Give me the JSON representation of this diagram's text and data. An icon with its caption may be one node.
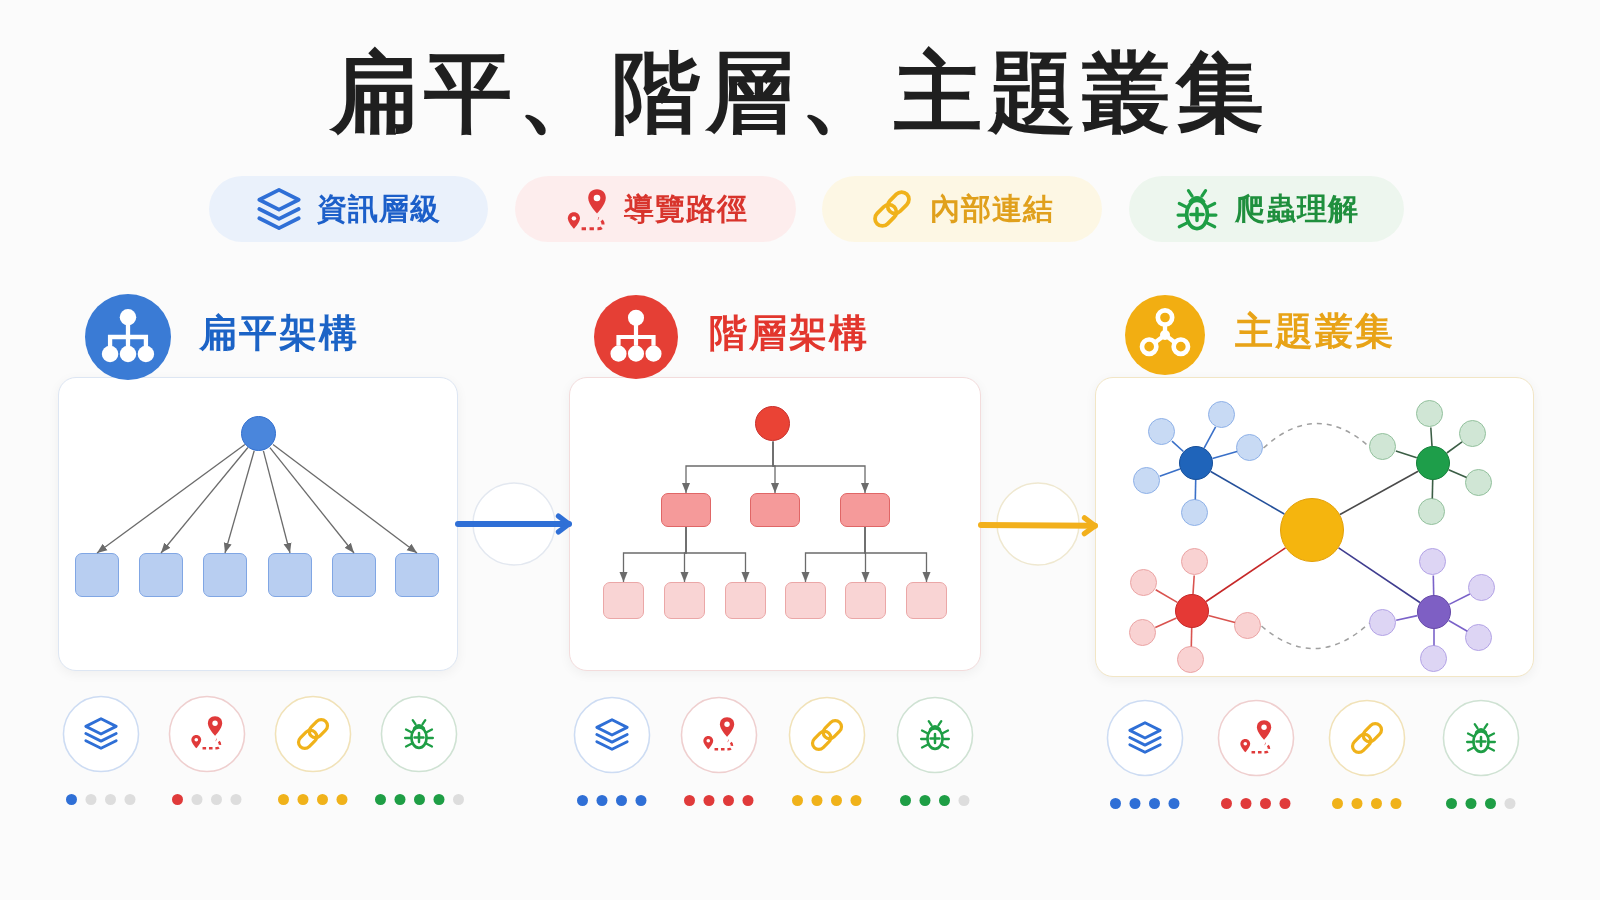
{
  "diagram": {
    "title": "扁平、階層、主題叢集",
    "nodes": [
      {
        "text": [
          "資訊層級"
        ]
      },
      {
        "text": [
          "導覽路徑"
        ]
      },
      {
        "text": [
          "內部連結"
        ]
      },
      {
        "text": [
          "爬蟲理解"
        ]
      },
      {
        "text": [
          "扁平架構"
        ]
      },
      {
        "text": [],
        "shape": "circle",
        "in": 4
      },
      {
        "text": [],
        "shape": "box",
        "in": 4
      },
      {
        "text": [],
        "shape": "box",
        "in": 4
      },
      {
        "text": [],
        "shape": "box",
        "in": 4
      },
      {
        "text": [],
        "shape": "box",
        "in": 4
      },
      {
        "text": [],
        "shape": "box",
        "in": 4
      },
      {
        "text": [],
        "shape": "box",
        "in": 4
      },
      {
        "text": [
          "階層架構"
        ]
      },
      {
        "text": [],
        "shape": "circle",
        "in": 12
      },
      {
        "text": [],
        "shape": "box",
        "in": 12
      },
      {
        "text": [],
        "shape": "box",
        "in": 12
      },
      {
        "text": [],
        "shape": "box",
        "in": 12
      },
      {
        "text": [],
        "shape": "box",
        "in": 12
      },
      {
        "text": [],
        "shape": "box",
        "in": 12
      },
      {
        "text": [],
        "shape": "box",
        "in": 12
      },
      {
        "text": [],
        "shape": "box",
        "in": 12
      },
      {
        "text": [],
        "shape": "box",
        "in": 12
      },
      {
        "text": [],
        "shape": "box",
        "in": 12
      },
      {
        "text": [
          "主題叢集"
        ]
      },
      {
        "text": [],
        "shape": "circle",
        "in": 23
      },
      {
        "text": [],
        "shape": "circle",
        "in": 23
      },
      {
        "text": [],
        "shape": "circle",
        "in": 23
      },
      {
        "text": [],
        "shape": "circle",
        "in": 23
      },
      {
        "text": [],
        "shape": "circle",
        "in": 23
      },
      {
        "text": [],
        "shape": "circle",
        "in": 23
      },
      {
        "text": [],
        "shape": "circle",
        "in": 23
      },
      {
        "text": [],
        "shape": "circle",
        "in": 23
      },
      {
        "text": [],
        "shape": "circle",
        "in": 23
      },
      {
        "text": [],
        "shape": "circle",
        "in": 23
      },
      {
        "text": [],
        "shape": "circle",
        "in": 23
      },
      {
        "text": [],
        "shape": "circle",
        "in": 23
      },
      {
        "text": [],
        "shape": "circle",
        "in": 23
      },
      {
        "text": [],
        "shape": "circle",
        "in": 23
      },
      {
        "text": [],
        "shape": "circle",
        "in": 23
      },
      {
        "text": [],
        "shape": "circle",
        "in": 23
      },
      {
        "text": [],
        "shape": "circle",
        "in": 23
      },
      {
        "text": [],
        "shape": "circle",
        "in": 23
      },
      {
        "text": [],
        "shape": "circle",
        "in": 23
      },
      {
        "text": [],
        "shape": "circle",
        "in": 23
      },
      {
        "text": [],
        "shape": "circle",
        "in": 23
      },
      {
        "text": [],
        "shape": "circle",
        "in": 23
      },
      {
        "text": [],
        "shape": "circle",
        "in": 23
      },
      {
        "text": [],
        "shape": "circle",
        "in": 23
      },
      {
        "text": [],
        "shape": "circle",
        "in": 23
      }
    ],
    "edges": [
      {
        "from": 5,
        "to": 6,
        "arrow": "to"
      },
      {
        "from": 5,
        "to": 7,
        "arrow": "to"
      },
      {
        "from": 5,
        "to": 8,
        "arrow": "to"
      },
      {
        "from": 5,
        "to": 9,
        "arrow": "to"
      },
      {
        "from": 5,
        "to": 10,
        "arrow": "to"
      },
      {
        "from": 5,
        "to": 11,
        "arrow": "to"
      },
      {
        "from": 4,
        "to": 12,
        "arrow": "to",
        "style": "thick",
        "color": "#2f6fd6"
      },
      {
        "from": 13,
        "to": 14,
        "arrow": "to"
      },
      {
        "from": 13,
        "to": 15,
        "arrow": "to"
      },
      {
        "from": 13,
        "to": 16,
        "arrow": "to"
      },
      {
        "from": 14,
        "to": 17,
        "arrow": "to"
      },
      {
        "from": 14,
        "to": 18,
        "arrow": "to"
      },
      {
        "from": 14,
        "to": 19,
        "arrow": "to"
      },
      {
        "from": 16,
        "to": 20,
        "arrow": "to"
      },
      {
        "from": 16,
        "to": 21,
        "arrow": "to"
      },
      {
        "from": 16,
        "to": 22,
        "arrow": "to"
      },
      {
        "from": 12,
        "to": 23,
        "arrow": "to",
        "style": "thick",
        "color": "#f2b01c"
      },
      {
        "from": 24,
        "to": 25,
        "arrow": "none",
        "color": "#24509a"
      },
      {
        "from": 25,
        "to": 26,
        "arrow": "none",
        "color": "#3a70c8"
      },
      {
        "from": 25,
        "to": 27,
        "arrow": "none",
        "color": "#3a70c8"
      },
      {
        "from": 25,
        "to": 28,
        "arrow": "none",
        "color": "#3a70c8"
      },
      {
        "from": 25,
        "to": 29,
        "arrow": "none",
        "color": "#3a70c8"
      },
      {
        "from": 25,
        "to": 30,
        "arrow": "none",
        "color": "#3a70c8"
      },
      {
        "from": 24,
        "to": 31,
        "arrow": "none",
        "color": "#4a4a4a"
      },
      {
        "from": 31,
        "to": 32,
        "arrow": "none",
        "color": "#3b5e45"
      },
      {
        "from": 31,
        "to": 33,
        "arrow": "none",
        "color": "#3b5e45"
      },
      {
        "from": 31,
        "to": 34,
        "arrow": "none",
        "color": "#3b5e45"
      },
      {
        "from": 31,
        "to": 35,
        "arrow": "none",
        "color": "#3b5e45"
      },
      {
        "from": 31,
        "to": 36,
        "arrow": "none",
        "color": "#3b5e45"
      },
      {
        "from": 24,
        "to": 37,
        "arrow": "none",
        "color": "#c62828"
      },
      {
        "from": 37,
        "to": 38,
        "arrow": "none",
        "color": "#d9534f"
      },
      {
        "from": 37,
        "to": 39,
        "arrow": "none",
        "color": "#d9534f"
      },
      {
        "from": 37,
        "to": 40,
        "arrow": "none",
        "color": "#d9534f"
      },
      {
        "from": 37,
        "to": 41,
        "arrow": "none",
        "color": "#d9534f"
      },
      {
        "from": 37,
        "to": 42,
        "arrow": "none",
        "color": "#d9534f"
      },
      {
        "from": 24,
        "to": 43,
        "arrow": "none",
        "color": "#3f3d8f"
      },
      {
        "from": 43,
        "to": 44,
        "arrow": "none",
        "color": "#7a62c9"
      },
      {
        "from": 43,
        "to": 45,
        "arrow": "none",
        "color": "#7a62c9"
      },
      {
        "from": 43,
        "to": 46,
        "arrow": "none",
        "color": "#7a62c9"
      },
      {
        "from": 43,
        "to": 47,
        "arrow": "none",
        "color": "#7a62c9"
      },
      {
        "from": 43,
        "to": 48,
        "arrow": "none",
        "color": "#7a62c9"
      },
      {
        "from": 28,
        "to": 34,
        "arrow": "none",
        "style": "dashed",
        "color": "#a0a0a0"
      },
      {
        "from": 41,
        "to": 46,
        "arrow": "none",
        "style": "dashed",
        "color": "#a0a0a0"
      }
    ]
  }
}
